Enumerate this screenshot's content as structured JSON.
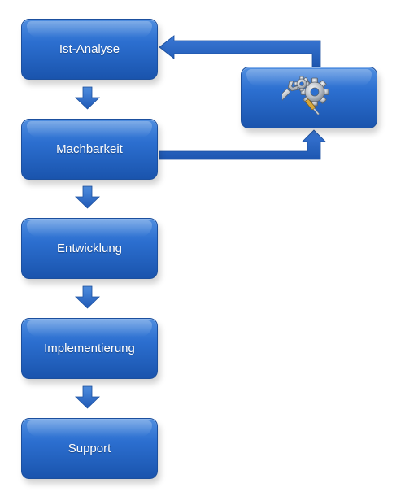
{
  "steps": [
    {
      "label": "Ist-Analyse"
    },
    {
      "label": "Machbarkeit"
    },
    {
      "label": "Entwicklung"
    },
    {
      "label": "Implementierung"
    },
    {
      "label": "Support"
    }
  ],
  "tools_box": {
    "icon": "gear-wrench-icon"
  },
  "colors": {
    "box_top": "#4f8ee0",
    "box_bottom": "#1a54ad",
    "arrow": "#2a64c2"
  }
}
